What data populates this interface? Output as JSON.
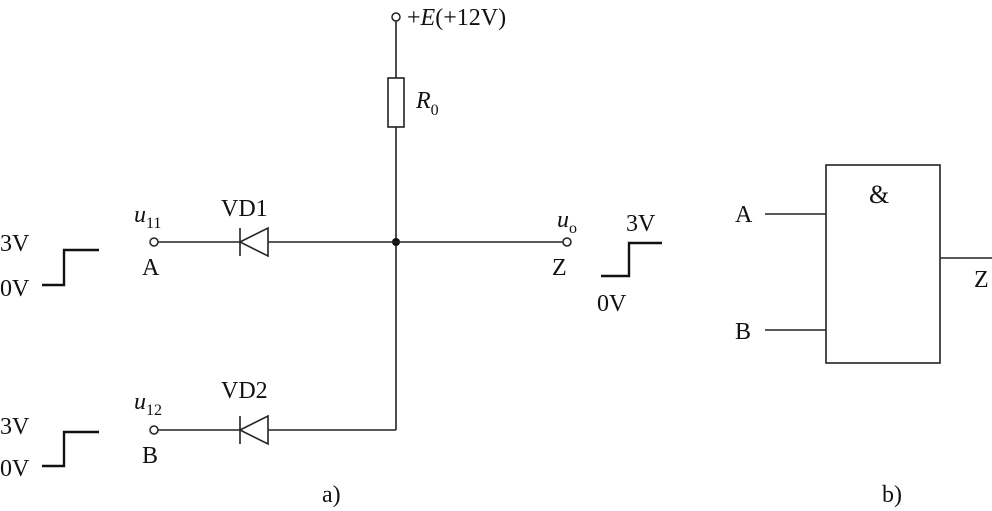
{
  "circuit": {
    "supply": {
      "sign": "+",
      "var": "E",
      "value": "(+12V)"
    },
    "resistor": {
      "var": "R",
      "sub": "0"
    },
    "diode1": "VD1",
    "diode2": "VD2",
    "input1": {
      "var": "u",
      "sub": "11",
      "node": "A"
    },
    "input2": {
      "var": "u",
      "sub": "12",
      "node": "B"
    },
    "output": {
      "var": "u",
      "sub": "o",
      "node": "Z"
    },
    "in_wave1": {
      "high": "3V",
      "low": "0V"
    },
    "in_wave2": {
      "high": "3V",
      "low": "0V"
    },
    "out_wave": {
      "high": "3V",
      "low": "0V"
    },
    "caption": "a)"
  },
  "gate": {
    "symbol": "&",
    "input_a": "A",
    "input_b": "B",
    "output": "Z",
    "caption": "b)"
  }
}
